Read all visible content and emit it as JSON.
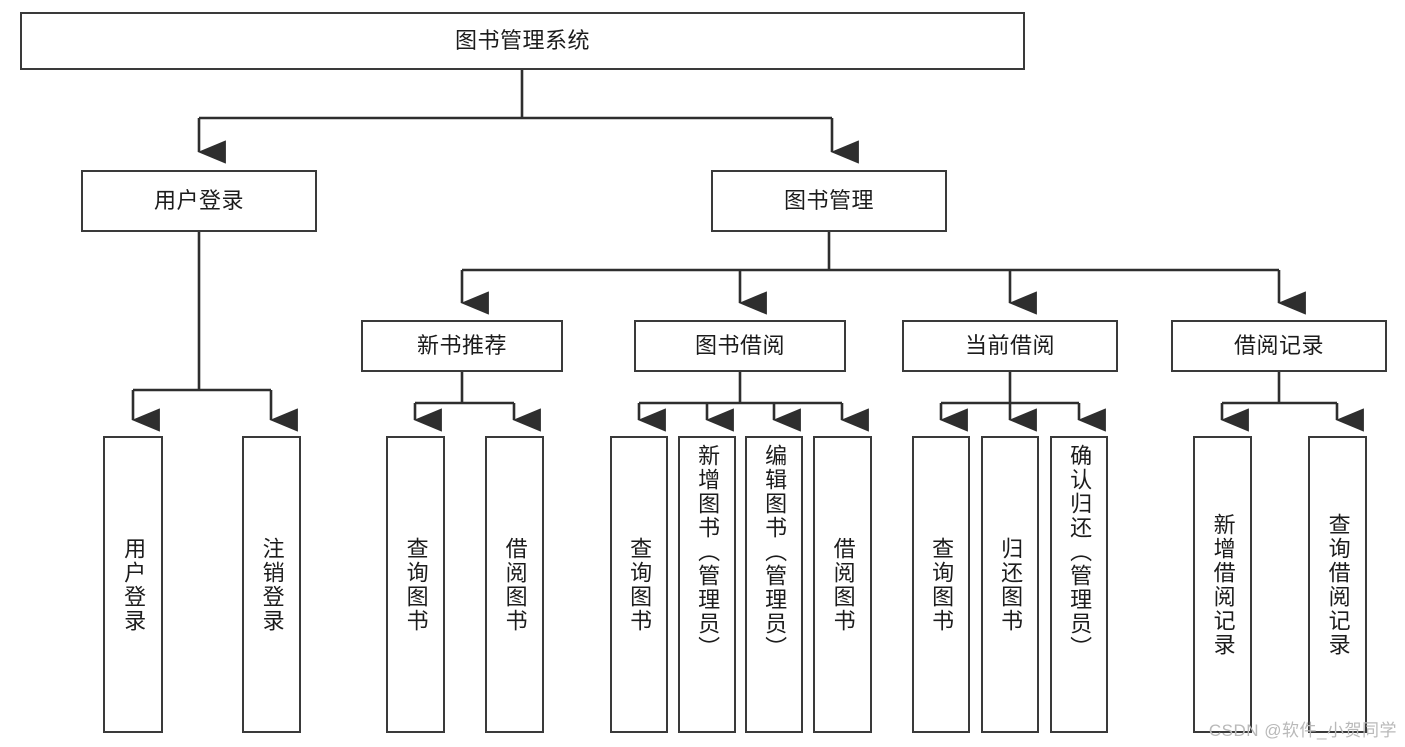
{
  "diagram": {
    "title": "图书管理系统",
    "watermark": "CSDN @软件_小贺同学",
    "colors": {
      "box_border": "#3a3a3a",
      "box_fill": "#ffffff",
      "line": "#2e2e2e",
      "text": "#1c1c1c",
      "watermark": "#b9b9b9"
    },
    "root": {
      "label": "图书管理系统"
    },
    "level2": [
      {
        "label": "用户登录"
      },
      {
        "label": "图书管理"
      }
    ],
    "level3": [
      {
        "label": "新书推荐"
      },
      {
        "label": "图书借阅"
      },
      {
        "label": "当前借阅"
      },
      {
        "label": "借阅记录"
      }
    ],
    "leaves": {
      "user_login": [
        {
          "label": "用户登录"
        },
        {
          "label": "注销登录"
        }
      ],
      "new_book": [
        {
          "label": "查询图书"
        },
        {
          "label": "借阅图书"
        }
      ],
      "book_borrow": [
        {
          "label": "查询图书"
        },
        {
          "label": "新增图书（管理员）"
        },
        {
          "label": "编辑图书（管理员）"
        },
        {
          "label": "借阅图书"
        }
      ],
      "current_borrow": [
        {
          "label": "查询图书"
        },
        {
          "label": "归还图书"
        },
        {
          "label": "确认归还（管理员）"
        }
      ],
      "borrow_record": [
        {
          "label": "新增借阅记录"
        },
        {
          "label": "查询借阅记录"
        }
      ]
    }
  }
}
